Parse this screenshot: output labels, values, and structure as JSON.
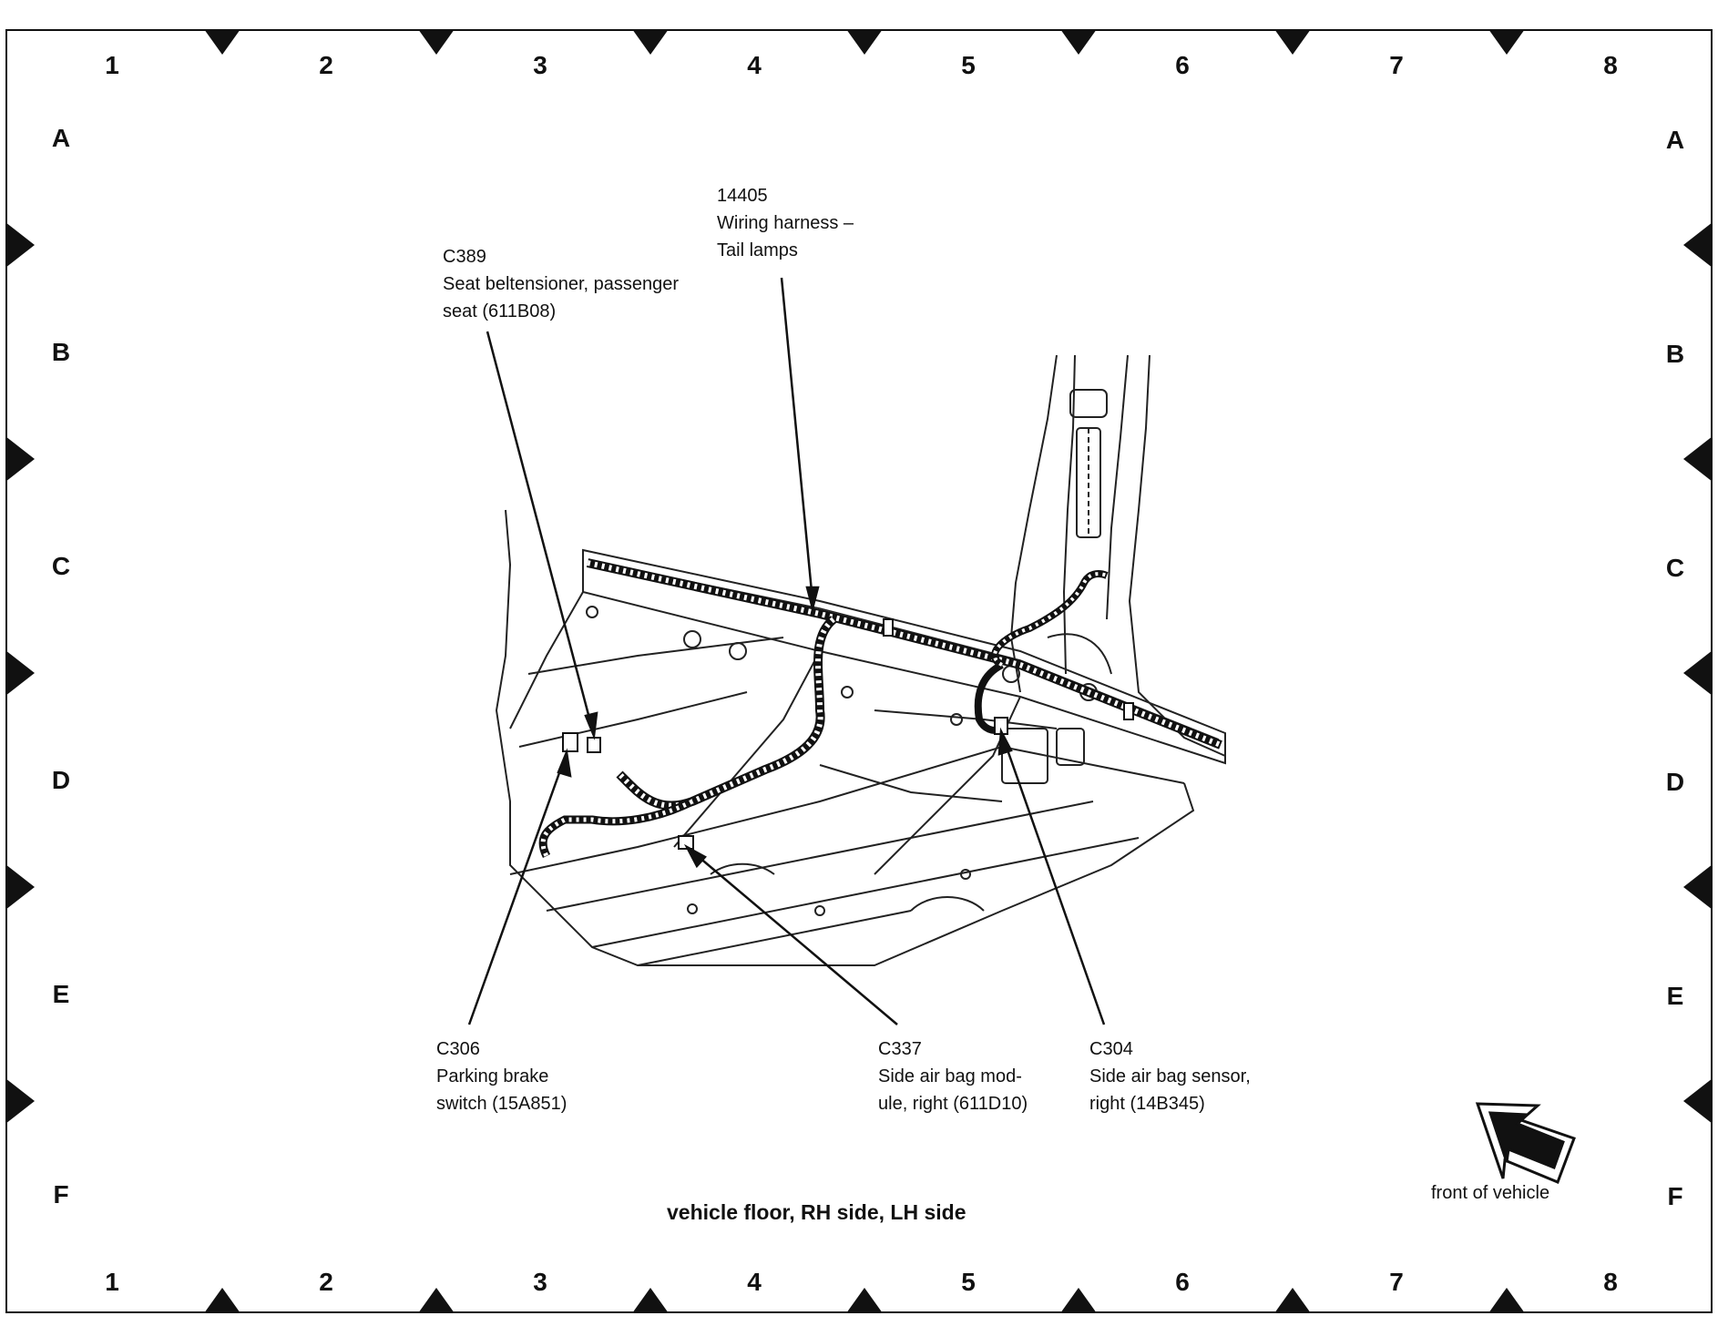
{
  "grid": {
    "columns": [
      "1",
      "2",
      "3",
      "4",
      "5",
      "6",
      "7",
      "8"
    ],
    "rows": [
      "A",
      "B",
      "C",
      "D",
      "E",
      "F"
    ]
  },
  "callouts": {
    "harness": {
      "code": "14405",
      "line1": "Wiring harness –",
      "line2": "Tail lamps"
    },
    "c389": {
      "code": "C389",
      "line1": "Seat beltensioner, passenger",
      "line2": "seat (611B08)"
    },
    "c306": {
      "code": "C306",
      "line1": "Parking brake",
      "line2": "switch (15A851)"
    },
    "c337": {
      "code": "C337",
      "line1": "Side air bag mod-",
      "line2": "ule, right (611D10)"
    },
    "c304": {
      "code": "C304",
      "line1": "Side air bag sensor,",
      "line2": "right (14B345)"
    }
  },
  "caption": "vehicle floor, RH side, LH side",
  "orientation": {
    "label": "front of vehicle",
    "icon": "front-direction-arrow-icon"
  }
}
